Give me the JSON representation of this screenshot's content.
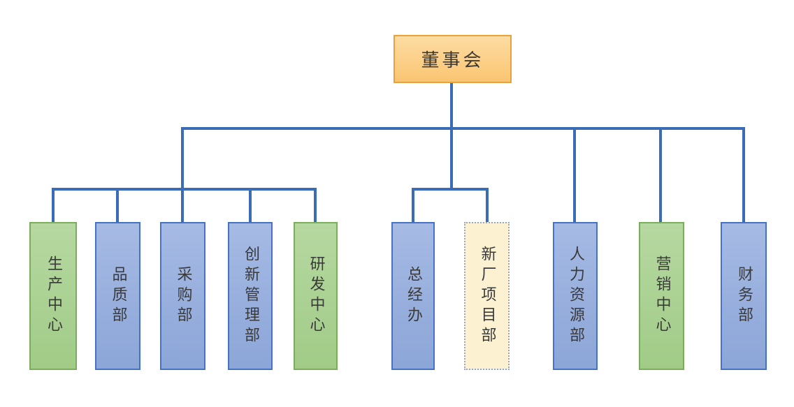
{
  "org_chart": {
    "type": "org-tree",
    "root": {
      "label": "董事会",
      "fill": "#FBC875",
      "border": "#E9A23B"
    },
    "connector_color": "#3A6DB5",
    "palette": {
      "blue": {
        "fill": "#8FAADC",
        "border": "#4472C4"
      },
      "green": {
        "fill": "#A9D18E",
        "border": "#7BAE5C"
      },
      "cream": {
        "fill": "#FCF2D2",
        "border": "#8FA8DC",
        "border_style": "dotted"
      }
    },
    "nodes": [
      {
        "label": "生产中心",
        "variant": "green"
      },
      {
        "label": "品质部",
        "variant": "blue"
      },
      {
        "label": "采购部",
        "variant": "blue"
      },
      {
        "label": "创新管理部",
        "variant": "blue"
      },
      {
        "label": "研发中心",
        "variant": "green"
      },
      {
        "label": "总经办",
        "variant": "blue"
      },
      {
        "label": "新厂项目部",
        "variant": "cream"
      },
      {
        "label": "人力资源部",
        "variant": "blue"
      },
      {
        "label": "营销中心",
        "variant": "green"
      },
      {
        "label": "财务部",
        "variant": "blue"
      }
    ],
    "structure": {
      "root": "董事会",
      "branches": [
        {
          "children": [
            "生产中心",
            "品质部",
            "采购部",
            "创新管理部",
            "研发中心"
          ]
        },
        {
          "children": [
            "总经办",
            "新厂项目部"
          ]
        },
        {
          "children": [
            "人力资源部"
          ]
        },
        {
          "children": [
            "营销中心"
          ]
        },
        {
          "children": [
            "财务部"
          ]
        }
      ]
    }
  }
}
